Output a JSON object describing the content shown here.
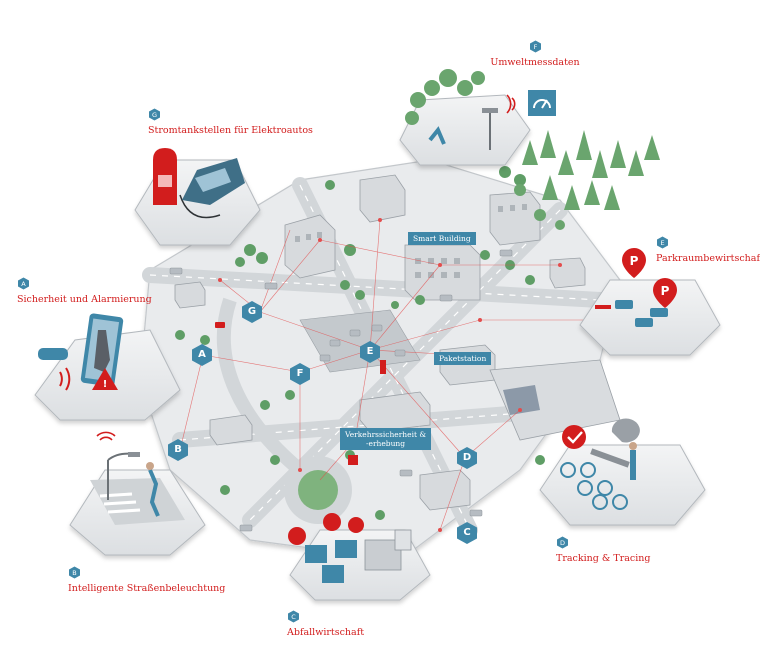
{
  "captions": [
    {
      "key": "G",
      "badge": "G",
      "title": "Stromtankstellen für Elektroautos"
    },
    {
      "key": "F",
      "badge": "F",
      "title": "Umweltmessdaten"
    },
    {
      "key": "E",
      "badge": "E",
      "title": "Parkraumbewirtschaftung"
    },
    {
      "key": "A",
      "badge": "A",
      "title": "Sicherheit und Alarmierung"
    },
    {
      "key": "B",
      "badge": "B",
      "title": "Intelligente Straßenbeleuchtung"
    },
    {
      "key": "C",
      "badge": "C",
      "title": "Abfallwirtschaft"
    },
    {
      "key": "D",
      "badge": "D",
      "title": "Tracking & Tracing"
    }
  ],
  "scene_labels": {
    "smart_building": "Smart Building",
    "paketstation": "Paketstation",
    "verkehr_line1": "Verkehrssicherheit &",
    "verkehr_line2": "-erhebung"
  },
  "map_markers": [
    "G",
    "A",
    "E",
    "F",
    "B",
    "D",
    "C"
  ],
  "colors": {
    "accent_red": "#d21d1d",
    "marker_blue": "#3f87a8",
    "road_gray": "#cfd3d6",
    "tree_green": "#5f9e66"
  },
  "icons": [
    "parking-icon",
    "checkmark-icon",
    "wifi-signal-icon",
    "gauge-icon",
    "ev-charger-icon",
    "warning-icon",
    "trash-bin-icon"
  ]
}
